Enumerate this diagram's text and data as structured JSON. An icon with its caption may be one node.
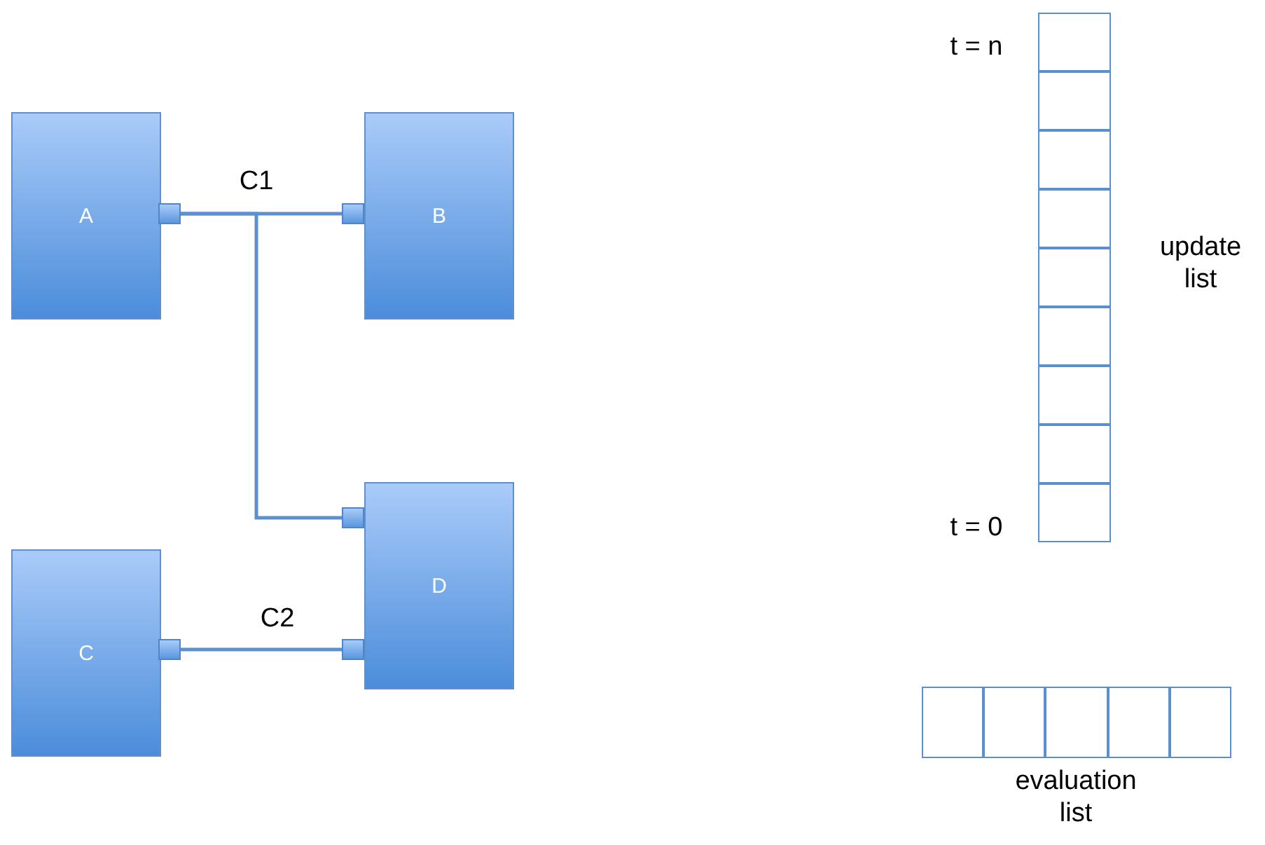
{
  "diagram": {
    "nodes": [
      {
        "text": [
          "A"
        ]
      },
      {
        "text": [],
        "shape": "box"
      },
      {
        "text": [
          "B"
        ]
      },
      {
        "text": [],
        "shape": "box"
      },
      {
        "text": [
          "D"
        ]
      },
      {
        "text": [],
        "shape": "box"
      },
      {
        "text": [],
        "shape": "box"
      },
      {
        "text": [
          "C"
        ]
      },
      {
        "text": [],
        "shape": "box"
      },
      {
        "text": [],
        "shape": "box"
      },
      {
        "text": [],
        "shape": "box"
      },
      {
        "text": [],
        "shape": "box"
      },
      {
        "text": [],
        "shape": "box"
      },
      {
        "text": [],
        "shape": "box"
      },
      {
        "text": [],
        "shape": "box"
      },
      {
        "text": [],
        "shape": "box"
      },
      {
        "text": [],
        "shape": "box"
      },
      {
        "text": [],
        "shape": "box"
      },
      {
        "text": [],
        "shape": "box"
      },
      {
        "text": [],
        "shape": "box"
      },
      {
        "text": [],
        "shape": "box"
      },
      {
        "text": [],
        "shape": "box"
      },
      {
        "text": [],
        "shape": "box"
      }
    ],
    "edges": [
      {
        "from": 1,
        "to": 3,
        "arrow": "none",
        "label": "C1"
      },
      {
        "from": 1,
        "to": 5,
        "arrow": "none"
      },
      {
        "from": 8,
        "to": 6,
        "arrow": "none",
        "label": "C2"
      }
    ],
    "labels": [
      "t = n",
      "update list",
      "t = 0",
      "evaluation list"
    ]
  }
}
